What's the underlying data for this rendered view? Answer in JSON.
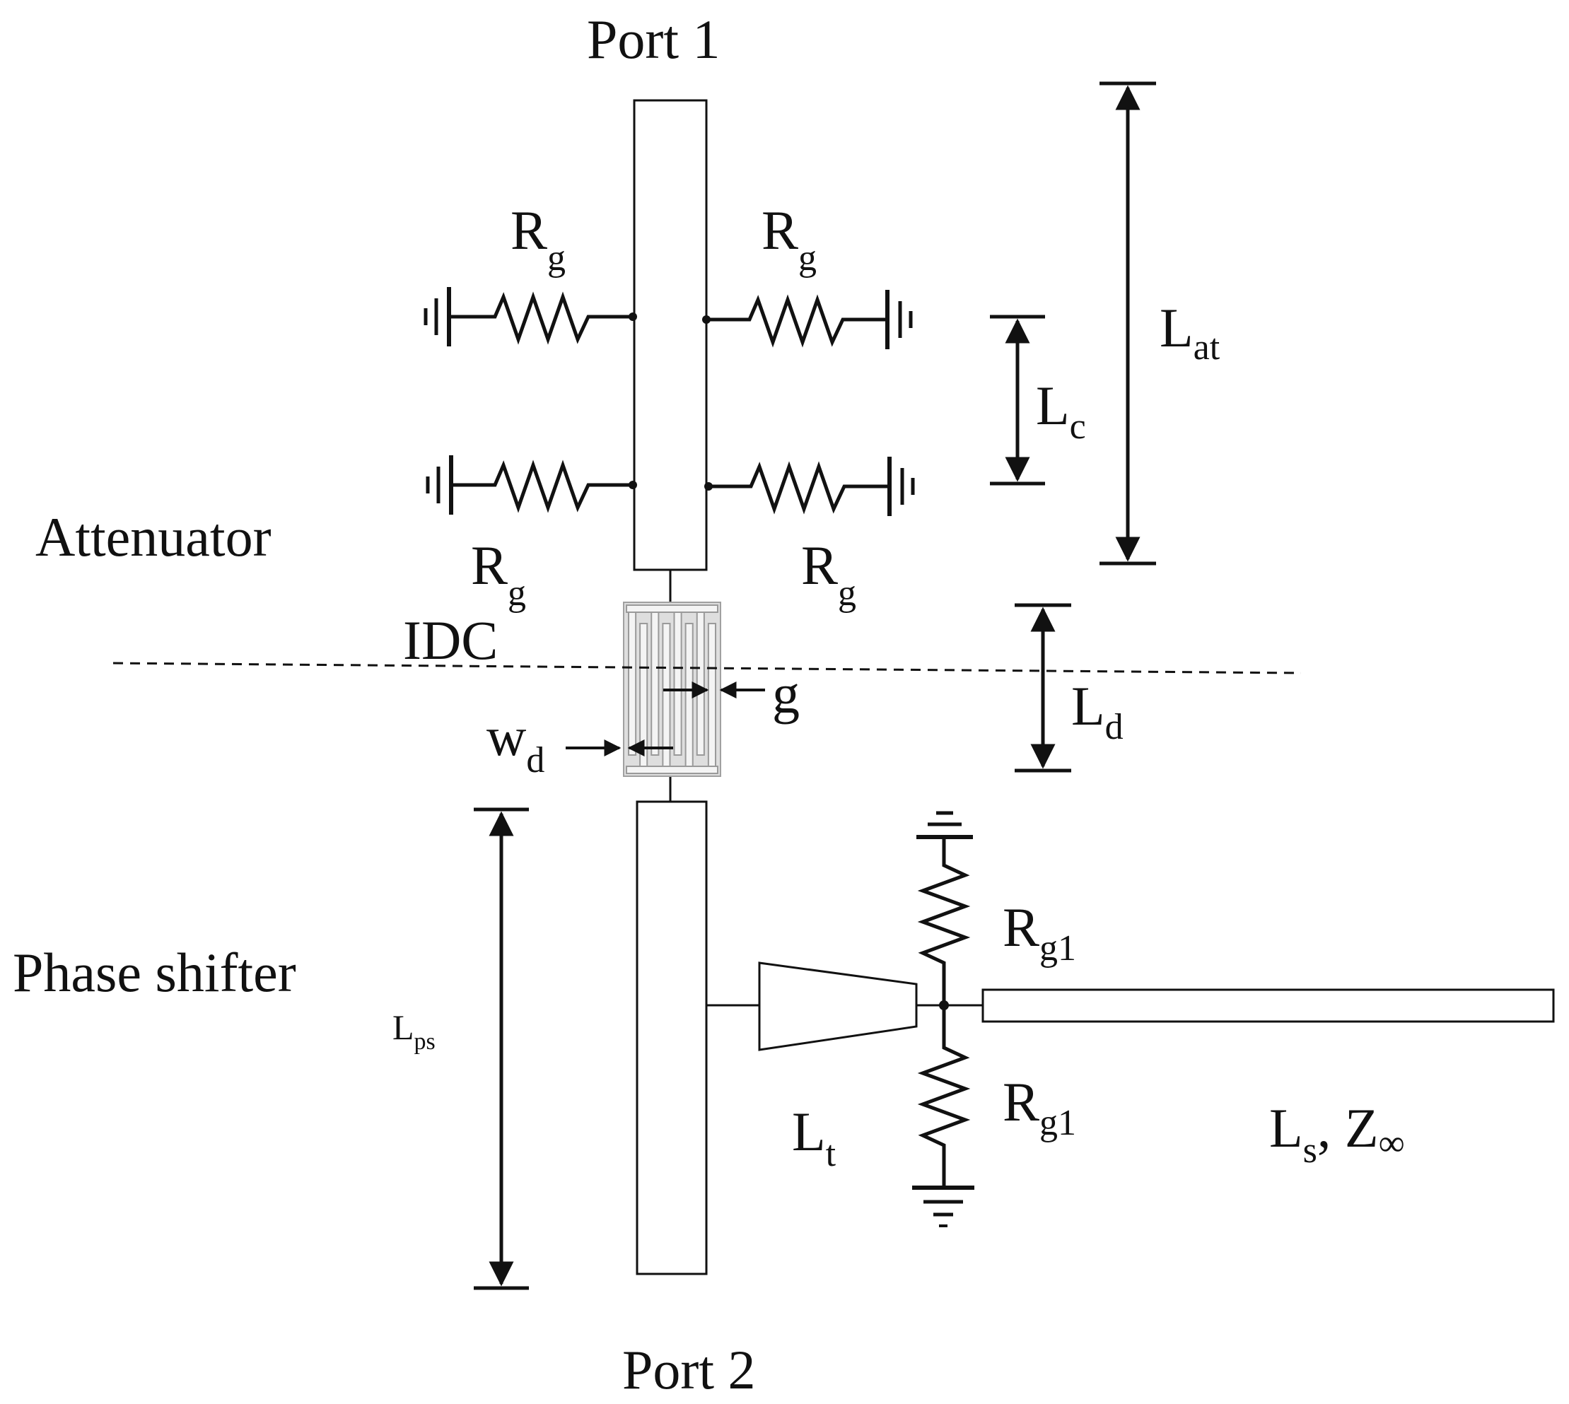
{
  "labels": {
    "port1": "Port 1",
    "port2": "Port 2",
    "attenuator": "Attenuator",
    "phase_shifter": "Phase shifter",
    "idc": "IDC"
  },
  "symbols": {
    "rg": {
      "main": "R",
      "sub": "g"
    },
    "rg1": {
      "main": "R",
      "sub": "g1"
    },
    "lat": {
      "main": "L",
      "sub": "at"
    },
    "lc": {
      "main": "L",
      "sub": "c"
    },
    "ld": {
      "main": "L",
      "sub": "d"
    },
    "lps": {
      "main": "L",
      "sub": "ps"
    },
    "lt": {
      "main": "L",
      "sub": "t"
    },
    "wd": {
      "main": "w",
      "sub": "d"
    },
    "g": "g",
    "ls": {
      "main": "L",
      "sub": "s",
      "suffix": ", Z",
      "suffix_sub": "∞"
    }
  },
  "colors": {
    "stroke": "#111111",
    "idc_fill": "#d9d9d9",
    "idc_stroke": "#9a9a9a"
  }
}
